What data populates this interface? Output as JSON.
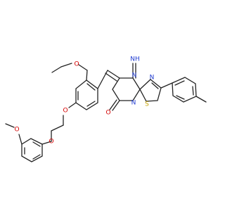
{
  "diagram": {
    "type": "molecule-structure",
    "atom_labels": {
      "imine": "NH",
      "ring_n_top": "N",
      "ring_n_right": "N",
      "ring_n_bottom": "N",
      "sulfur": "S",
      "carbonyl_o": "O",
      "ethoxy_o": "O",
      "ether_o_1": "O",
      "ether_o_2": "O",
      "methoxy_o": "O"
    },
    "colors": {
      "bond": "#222222",
      "oxygen": "#d40000",
      "nitrogen": "#1f3bd1",
      "sulfur": "#c7a300"
    }
  }
}
